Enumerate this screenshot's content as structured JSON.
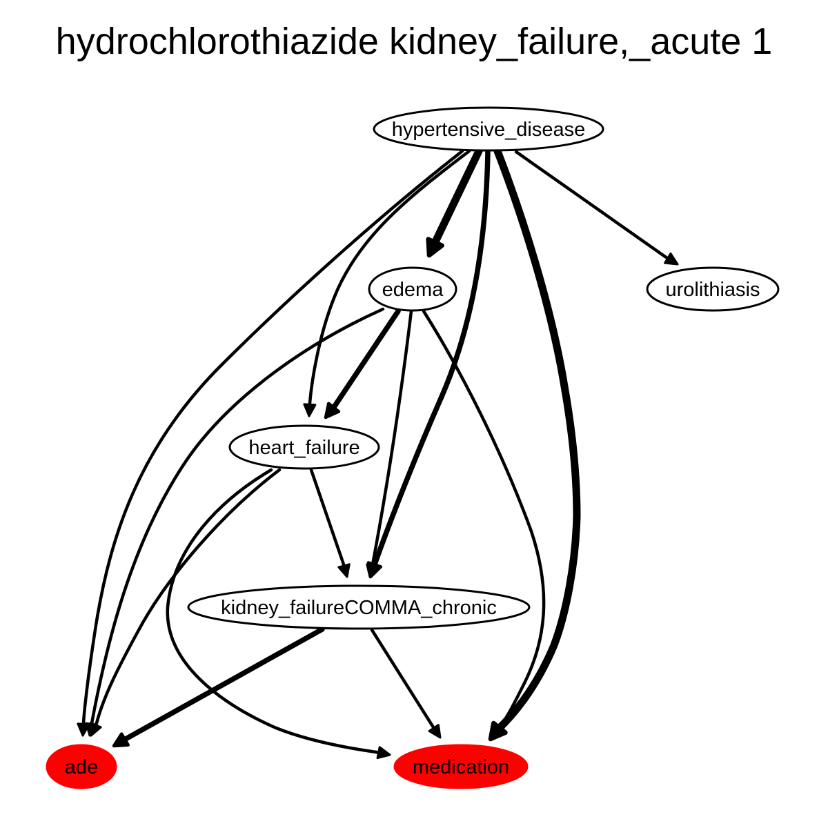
{
  "title": "hydrochlorothiazide kidney_failure,_acute 1",
  "colors": {
    "edge": "#000000",
    "outcome_node_fill": "#ff0000",
    "node_fill": "#ffffff"
  },
  "nodes": [
    {
      "id": "hypertensive_disease",
      "label": "hypertensive_disease",
      "filled": false
    },
    {
      "id": "edema",
      "label": "edema",
      "filled": false
    },
    {
      "id": "urolithiasis",
      "label": "urolithiasis",
      "filled": false
    },
    {
      "id": "heart_failure",
      "label": "heart_failure",
      "filled": false
    },
    {
      "id": "kidney_failure_chronic",
      "label": "kidney_failureCOMMA_chronic",
      "filled": false
    },
    {
      "id": "ade",
      "label": "ade",
      "filled": true
    },
    {
      "id": "medication",
      "label": "medication",
      "filled": true
    }
  ],
  "edges": [
    {
      "from": "hypertensive_disease",
      "to": "edema",
      "weight": "heavy"
    },
    {
      "from": "hypertensive_disease",
      "to": "urolithiasis",
      "weight": "normal"
    },
    {
      "from": "hypertensive_disease",
      "to": "heart_failure",
      "weight": "normal"
    },
    {
      "from": "hypertensive_disease",
      "to": "ade",
      "weight": "normal"
    },
    {
      "from": "hypertensive_disease",
      "to": "kidney_failure_chronic",
      "weight": "medium"
    },
    {
      "from": "hypertensive_disease",
      "to": "medication",
      "weight": "heavy"
    },
    {
      "from": "edema",
      "to": "heart_failure",
      "weight": "medium"
    },
    {
      "from": "edema",
      "to": "kidney_failure_chronic",
      "weight": "normal"
    },
    {
      "from": "edema",
      "to": "ade",
      "weight": "normal"
    },
    {
      "from": "edema",
      "to": "medication",
      "weight": "normal"
    },
    {
      "from": "heart_failure",
      "to": "kidney_failure_chronic",
      "weight": "normal"
    },
    {
      "from": "heart_failure",
      "to": "ade",
      "weight": "normal"
    },
    {
      "from": "heart_failure",
      "to": "medication",
      "weight": "normal"
    },
    {
      "from": "kidney_failure_chronic",
      "to": "ade",
      "weight": "medium"
    },
    {
      "from": "kidney_failure_chronic",
      "to": "medication",
      "weight": "normal"
    }
  ]
}
